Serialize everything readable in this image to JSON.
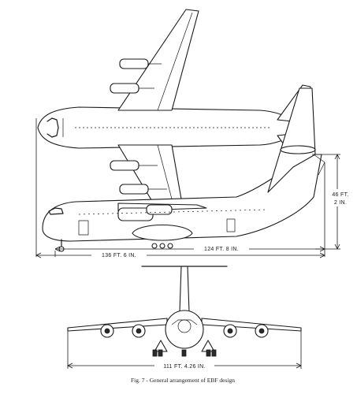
{
  "figure": {
    "caption": "Fig. 7 - General arrangement of EBF design"
  },
  "dimensions": {
    "overall_length": "136 FT. 6 IN.",
    "fuselage_length": "124 FT. 8 IN.",
    "height_ft": "46 FT.",
    "height_in": "2 IN.",
    "wingspan": "111 FT. 4.26 IN."
  },
  "views": [
    "top-view",
    "side-view",
    "front-view"
  ],
  "colors": {
    "ink": "#1a1a1a",
    "paper": "#ffffff"
  }
}
